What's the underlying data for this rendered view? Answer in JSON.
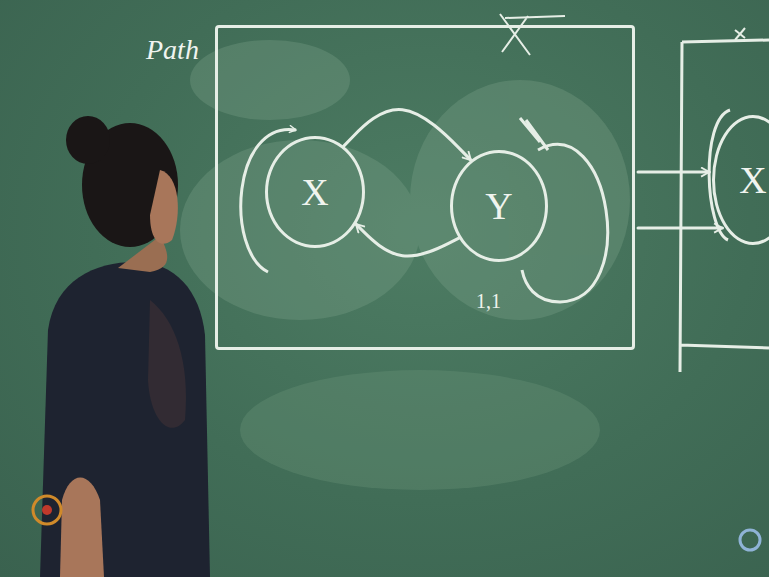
{
  "diagram": {
    "nodes": [
      {
        "text": [
          "Path"
        ]
      },
      {
        "text": [
          "X"
        ],
        "in": 0
      },
      {
        "text": [
          "Y"
        ],
        "in": 0
      },
      {
        "text": [
          "X"
        ]
      }
    ],
    "edges": [
      {
        "from": 1,
        "to": 2,
        "arrow": "to"
      },
      {
        "from": 2,
        "to": 1,
        "arrow": "to"
      },
      {
        "from": 0,
        "to": 3,
        "arrow": "to"
      },
      {
        "from": 0,
        "to": 3,
        "arrow": "to"
      }
    ],
    "labels": [
      "1,1"
    ]
  }
}
